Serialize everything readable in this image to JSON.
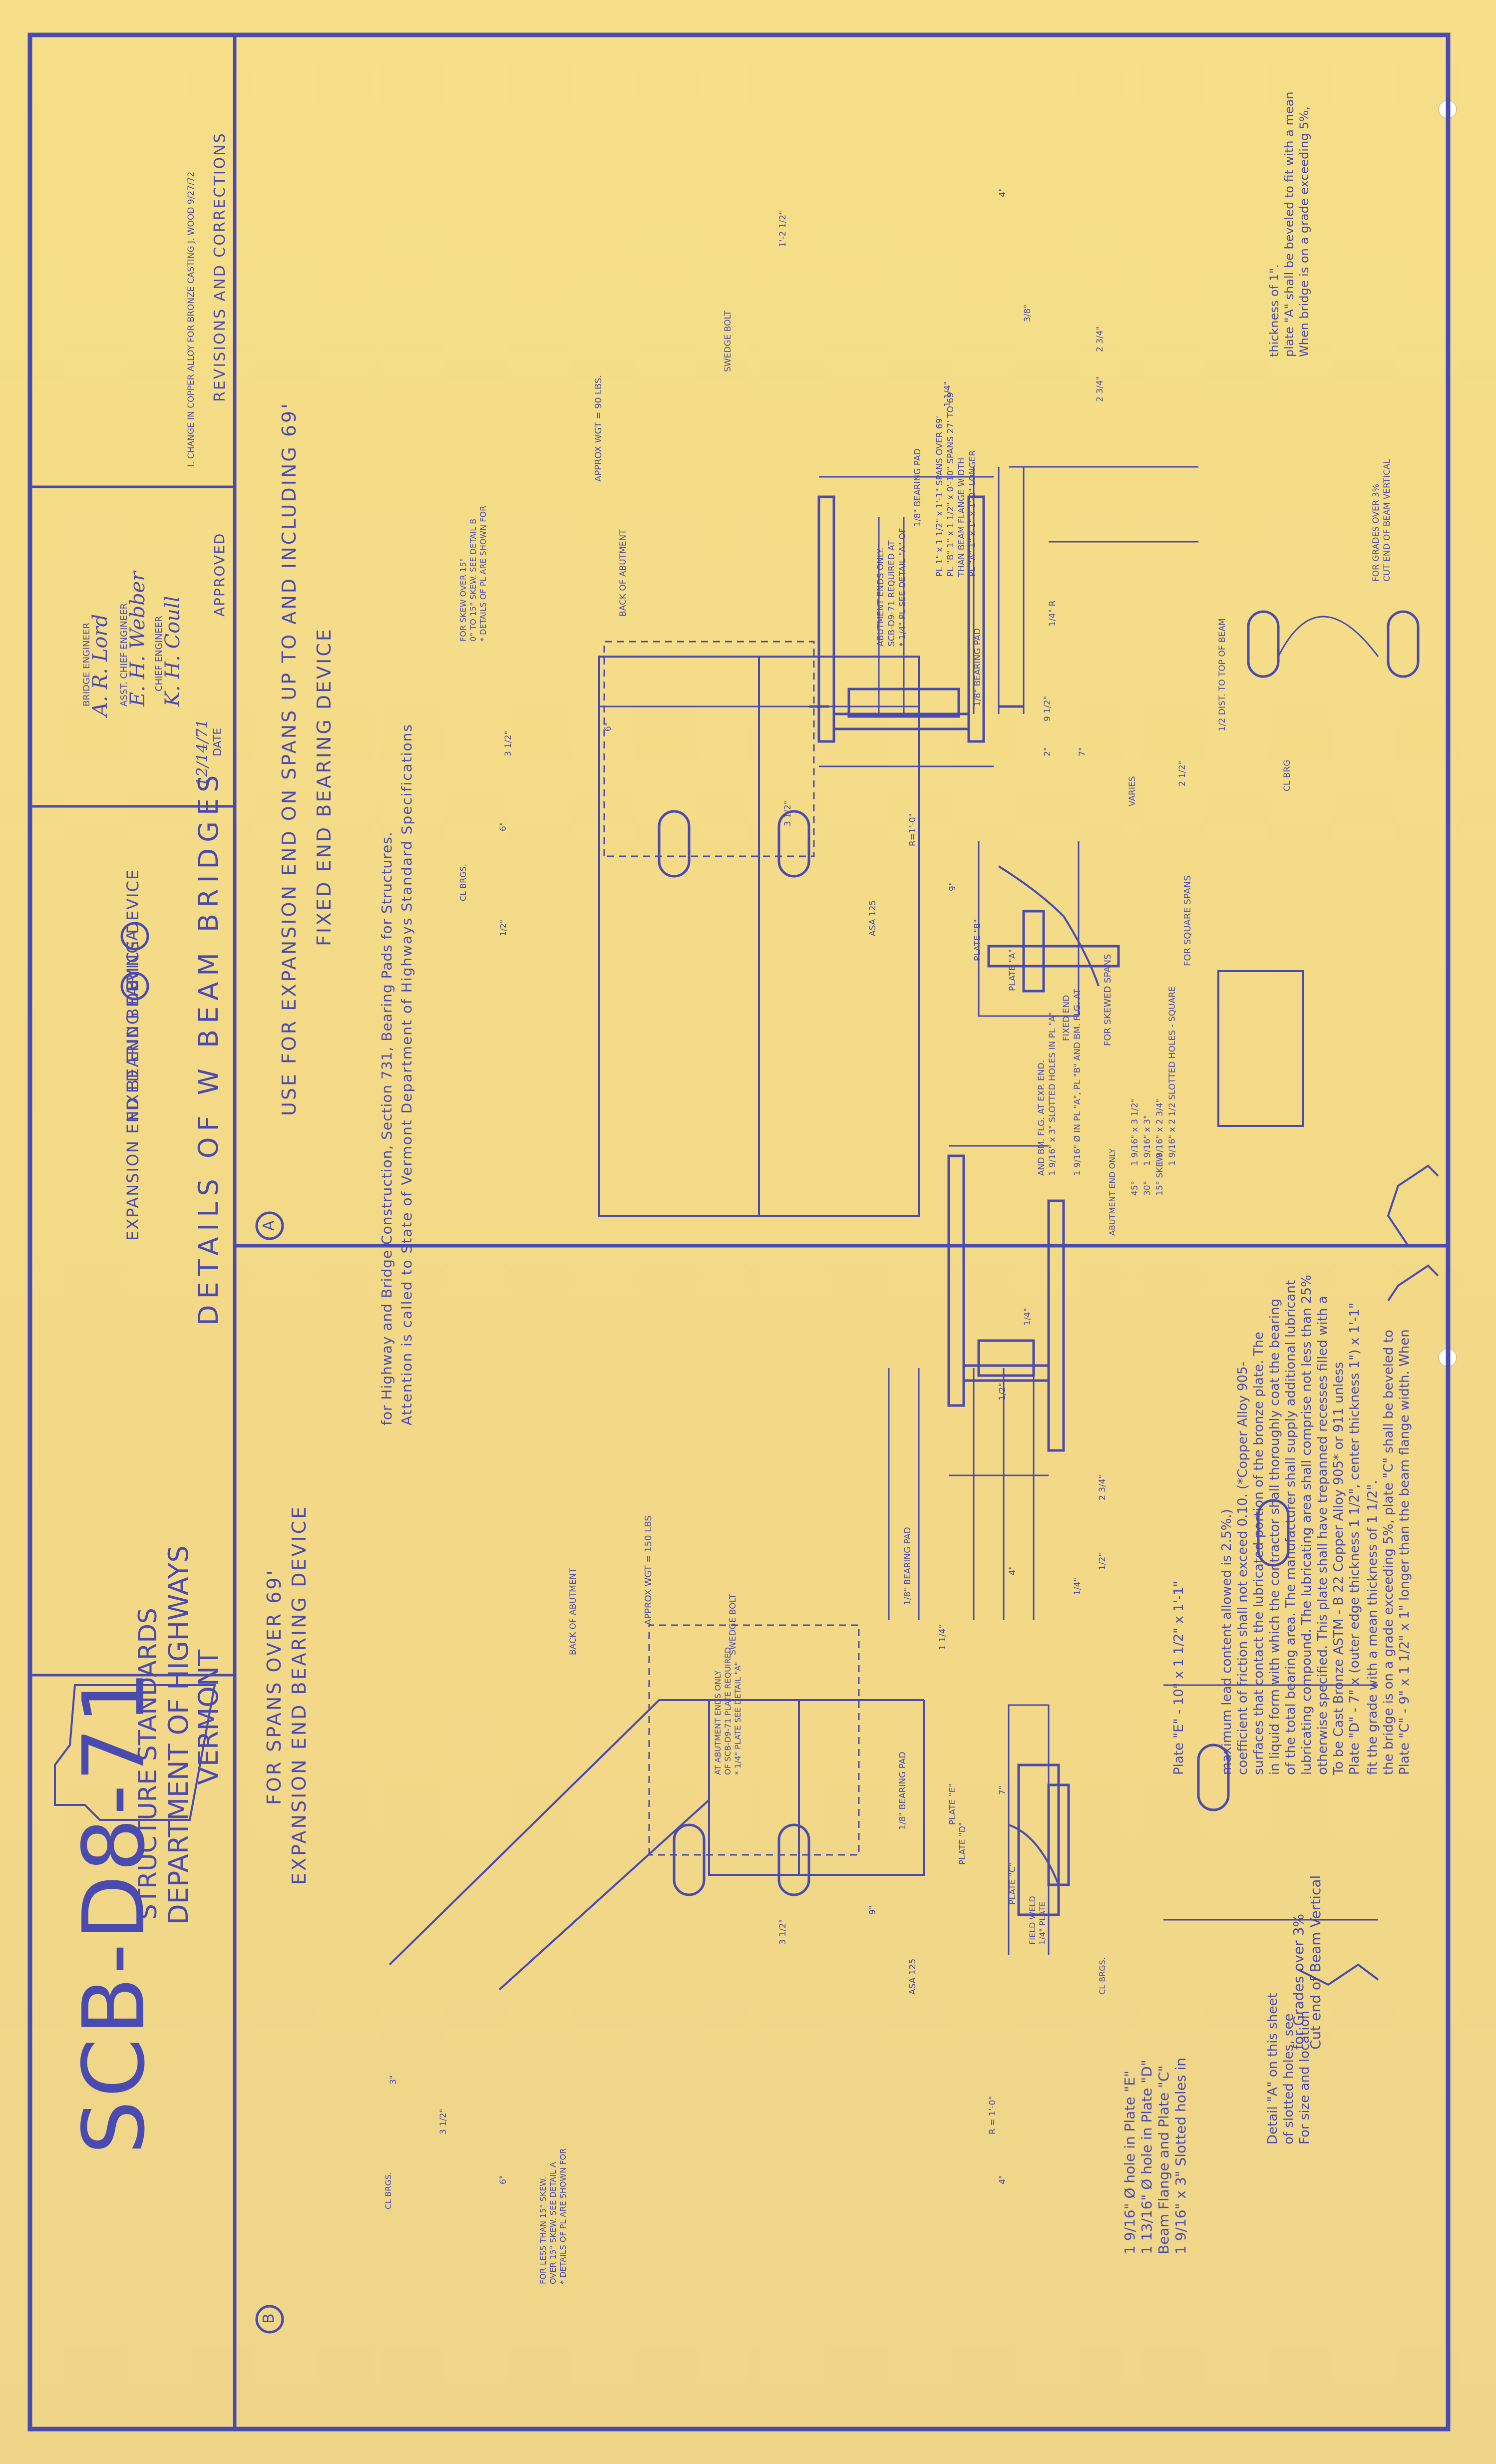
{
  "revisions": {
    "heading": "REVISIONS AND CORRECTIONS",
    "entries": [
      "I. CHANGE IN COPPER ALLOY FOR BRONZE CASTING  J. WOOD  9/27/72"
    ]
  },
  "approval": {
    "approved_label": "APPROVED",
    "date_label": "DATE",
    "date_value": "12/14/71",
    "signer_1_name": "K. H. Coull",
    "signer_1_title": "CHIEF ENGINEER",
    "signer_2_name": "E. H. Webber",
    "signer_2_title": "ASST. CHIEF ENGINEER",
    "signer_3_name": "A. R. Lord",
    "signer_3_title": "BRIDGE ENGINEER"
  },
  "title": {
    "main": "DETAILS OF W BEAM BRIDGES",
    "legend": [
      {
        "letter": "A",
        "text": "FIXED END BEARING DEVICE"
      },
      {
        "letter": "B",
        "text": "EXPANSION END BEARING DEVICE"
      }
    ]
  },
  "agency": {
    "state": "VERMONT",
    "department": "DEPARTMENT OF HIGHWAYS",
    "division": "STRUCTURE STANDARDS",
    "drawing_number": "SCB-D8-71"
  },
  "section_a": {
    "title_line_1": "FIXED END BEARING DEVICE",
    "title_line_2": "USE FOR EXPANSION END ON SPANS UP TO AND INCLUDING 69'",
    "marker": "A",
    "attention_line_1": "Attention is called to State of Vermont Department of Highways Standard Specifications",
    "attention_line_2": "for Highway and Bridge Construction, Section 731, Bearing Pads for Structures.",
    "grade_note": [
      "When bridge is on a grade exceeding 5%,",
      "plate \"A\" shall be beveled to fit with a mean",
      "thickness of 1\"."
    ],
    "cut_end_note": [
      "CUT END OF BEAM VERTICAL",
      "FOR GRADES OVER 3%"
    ],
    "dims": [
      "1'-2 1/2\"",
      "4\"",
      "3/8\"",
      "2 3/4\"",
      "2 3/4\"",
      "1 1/4\"",
      "6\"",
      "3 1/2\"",
      "3 1/2\"",
      "6\"",
      "1/2\"",
      "9 1/2\"",
      "2\"",
      "7\"",
      "9\"",
      "1/4\" R",
      "2 1/2\""
    ],
    "swedge_bolt": "SWEDGE BOLT",
    "approx_weight": "APPROX WGT = 90 LBS.",
    "bearing_pad": "1/8\" BEARING PAD",
    "plate_note": [
      "PL \"A\" 1\" x 1\" x 1'-0\" LONGER",
      "THAN BEAM FLANGE WIDTH",
      "PL \"B\" 1\" x 1 1/2\" x 0'-10\" SPANS 27' TO 69'",
      "PL 1\" x 1 1/2\" x 1'-1\" SPANS OVER 69'"
    ],
    "detail_note": [
      "* 1/4\" PL SEE DETAIL \"A\" OF",
      "SCB-D9-71 REQUIRED AT",
      "ABUTMENT ENDS ONLY.",
      ""
    ],
    "back_of_abutment": "BACK OF ABUTMENT",
    "skew_note": [
      "* DETAILS OF PL ARE SHOWN FOR",
      "0° TO 15° SKEW. SEE DETAIL B",
      "FOR SKEW OVER 15°"
    ],
    "brgs": "CL BRGS.",
    "half_dist": "1/2 DIST. TO TOP OF BEAM",
    "bearing_pad_detail": "1/8\" BEARING PAD",
    "radius": "R=1'-0\"",
    "asa": "ASA 125",
    "plate_b": "PLATE \"B\"",
    "plate_a": "PLATE \"A\"",
    "varies": "VARIES",
    "brg_cl": "CL BRG",
    "slot_table": {
      "square_label": "FOR SQUARE SPANS",
      "rows": [
        "1 9/16\" x 2 1/2 SLOTTED HOLES - SQUARE",
        "1 9/16\" x 2 3/4\"",
        "1 9/16\" x 3\"",
        "1 9/16\" x 3 1/2\""
      ],
      "skews": [
        "15° SKEW",
        "30°",
        "45°"
      ],
      "abutment_end": "ABUTMENT END ONLY",
      "skewed_label": "FOR SKEWED SPANS",
      "fixed_note": [
        "1 9/16\" Ø IN PL \"A\", PL \"B\" AND BM. FLG. AT",
        "FIXED END"
      ],
      "exp_note": [
        "1 9/16\" x 3\" SLOTTED HOLES IN PL \"A\"",
        "AND BM. FLG. AT EXP. END."
      ]
    }
  },
  "section_b": {
    "title_line_1": "EXPANSION END BEARING DEVICE",
    "title_line_2": "FOR SPANS OVER 69'",
    "marker": "B",
    "notes": [
      "Plate \"C\" - 9\" x 1 1/2\" x 1\" longer than the beam flange width. When",
      "the bridge is on a grade exceeding 5%, plate \"C\" shall be beveled to",
      "fit the grade with a mean thickness of 1 1/2\".",
      "Plate \"D\" - 7\" x (outer edge thickness 1 1/2\", center thickness 1\") x 1'-1\"",
      "To be Cast Bronze ASTM - B 22 Copper Alloy 905* or 911 unless",
      "otherwise specified. This plate shall have trepanned recesses filled with a",
      "lubricating compound. The lubricating area shall comprise not less than 25%",
      "of the total bearing area. The manufacturer shall supply additional lubricant",
      "in liquid form with which the contractor shall thoroughly coat the bearing",
      "surfaces that contact the lubricated portion of the bronze plate. The",
      "coefficient of friction shall not exceed 0.10. (*Copper Alloy 905-",
      "maximum lead content allowed is 2.5%.)",
      "",
      "",
      "Plate \"E\" - 10\" x 1 1/2\" x 1'-1\""
    ],
    "cut_end_note": [
      "Cut end of Beam Vertical",
      "for Grades over 3%"
    ],
    "slot_location": [
      "For size and location",
      "of slotted holes, see",
      "Detail \"A\" on this sheet"
    ],
    "hole_notes": [
      "1 9/16\" x 3\" Slotted holes in",
      "Beam Flange and Plate \"C\"",
      "1 13/16\" Ø hole in Plate \"D\"",
      "1 9/16\" Ø hole in Plate \"E\""
    ],
    "swedge_bolt": "SWEDGE BOLT",
    "approx_weight": "APPROX WGT = 150 LBS",
    "bearing_pad": "1/8\" BEARING PAD",
    "dims": [
      "1 1/4\"",
      "1/2\"",
      "2 3/4\"",
      "1/2\"",
      "1/4\"",
      "1/4\"",
      "4\"",
      "3 1/2\"",
      "3 1/2\"",
      "9\"",
      "6\"",
      "3\"",
      "7\"",
      "4\""
    ],
    "back_of_abutment": "BACK OF ABUTMENT",
    "plate_detail": [
      "* 1/4\" PLATE SEE DETAIL \"A\"",
      "OF SCB-D9-71 PLATE REQUIRED",
      "AT ABUTMENT ENDS ONLY"
    ],
    "brgs": "CL BRGS.",
    "skew_note": [
      "* DETAILS OF PL ARE SHOWN FOR",
      "OVER 15° SKEW. SEE DETAIL A",
      "FOR LESS THAN 15° SKEW.",
      ""
    ],
    "plate_d": "PLATE \"D\"",
    "plate_c": "PLATE \"C\"",
    "plate_e": "PLATE \"E\"",
    "asa": "ASA 125",
    "field_weld": [
      "1/4\" PLATE",
      "FIELD WELD"
    ],
    "radius": "R = 1'-0\""
  }
}
